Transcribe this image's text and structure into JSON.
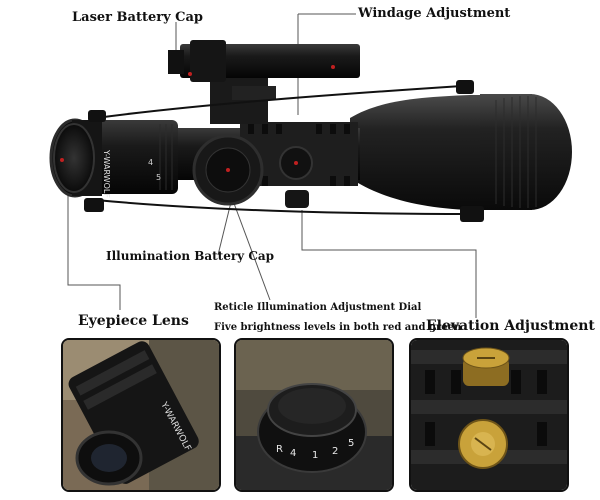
{
  "labels": {
    "laser_battery_cap": "Laser Battery Cap",
    "windage_adjustment": "Windage Adjustment",
    "illumination_battery_cap": "Illumination Battery Cap",
    "eyepiece_lens": "Eyepiece Lens",
    "reticle_dial": "Reticle Illumination Adjustment Dial",
    "brightness_levels": "Five brightness levels in both red and green",
    "elevation_adjustment": "Elevation Adjustment"
  },
  "scope_markings": {
    "brand": "Y-WARWOLF",
    "zoom_1": "4",
    "zoom_2": "5"
  },
  "detail_markings": {
    "eyepiece_brand": "Y-WARWOLF",
    "dial_numbers": [
      "R",
      "4",
      "1",
      "2",
      "5"
    ]
  },
  "colors": {
    "scope_body": "#1b1b1b",
    "leader_line": "#555555",
    "brass": "#c9a23a"
  }
}
